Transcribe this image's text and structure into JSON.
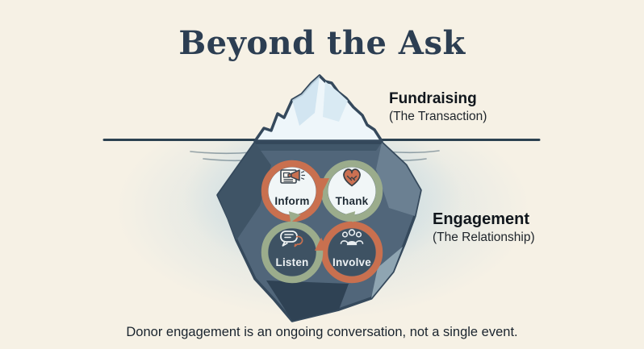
{
  "title": "Beyond the Ask",
  "surface_label": {
    "heading": "Fundraising",
    "subheading": "(The Transaction)"
  },
  "depth_label": {
    "heading": "Engagement",
    "subheading": "(The Relationship)"
  },
  "cycle": {
    "steps": [
      {
        "label": "Inform",
        "icon": "megaphone-newsletter-icon",
        "ring_color": "#c9704f"
      },
      {
        "label": "Thank",
        "icon": "handshake-heart-icon",
        "ring_color": "#9bac8c"
      },
      {
        "label": "Listen",
        "icon": "speech-bubbles-icon",
        "ring_color": "#9bac8c"
      },
      {
        "label": "Involve",
        "icon": "people-group-icon",
        "ring_color": "#c9704f"
      }
    ]
  },
  "caption": "Donor engagement is an ongoing conversation, not a single event.",
  "colors": {
    "background": "#f6f1e5",
    "water_tint": "#cfe3ee",
    "waterline": "#2c4150",
    "iceberg_above": "#eef6fa",
    "iceberg_below": "#51667a",
    "outline": "#35495c",
    "orange": "#c9704f",
    "green": "#9bac8c",
    "light_circle_fill": "#f1f6f7",
    "dark_circle_fill": "#3e5263",
    "title_text": "#2c3e52"
  }
}
